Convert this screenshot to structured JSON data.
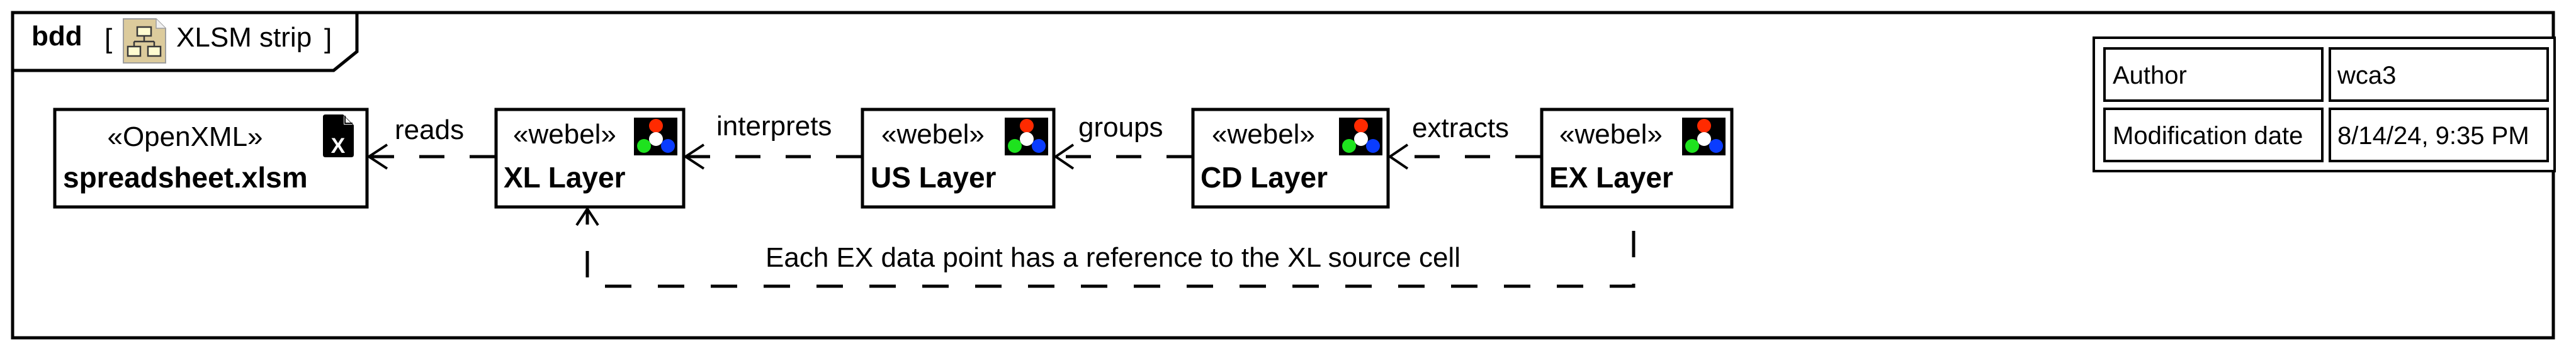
{
  "frame": {
    "kind": "bdd",
    "open_bracket": "[",
    "name": "XLSM strip",
    "close_bracket": "]",
    "icon": "diagram-icon"
  },
  "blocks": [
    {
      "id": "spreadsheet",
      "stereotype": "«OpenXML»",
      "name": "spreadsheet.xlsm",
      "icon": "excel-file-icon"
    },
    {
      "id": "xl",
      "stereotype": "«webel»",
      "name": "XL Layer",
      "icon": "webel-icon"
    },
    {
      "id": "us",
      "stereotype": "«webel»",
      "name": "US Layer",
      "icon": "webel-icon"
    },
    {
      "id": "cd",
      "stereotype": "«webel»",
      "name": "CD Layer",
      "icon": "webel-icon"
    },
    {
      "id": "ex",
      "stereotype": "«webel»",
      "name": "EX Layer",
      "icon": "webel-icon"
    }
  ],
  "dependencies": [
    {
      "from": "xl",
      "to": "spreadsheet",
      "label": "reads"
    },
    {
      "from": "us",
      "to": "xl",
      "label": "interprets"
    },
    {
      "from": "cd",
      "to": "us",
      "label": "groups"
    },
    {
      "from": "ex",
      "to": "cd",
      "label": "extracts"
    },
    {
      "from": "ex",
      "to": "xl",
      "label": "Each EX data point has a reference to the XL source cell"
    }
  ],
  "info_table": {
    "rows": [
      {
        "key": "Author",
        "value": "wca3"
      },
      {
        "key": "Modification date",
        "value": "8/14/24, 9:35 PM"
      }
    ]
  },
  "colors": {
    "icon_tan": "#dccb9c",
    "icon_cream": "#fffbd0",
    "webel_red": "#ff2a00",
    "webel_green": "#1ee21e",
    "webel_blue": "#0a3cff",
    "webel_white": "#ffffff"
  }
}
